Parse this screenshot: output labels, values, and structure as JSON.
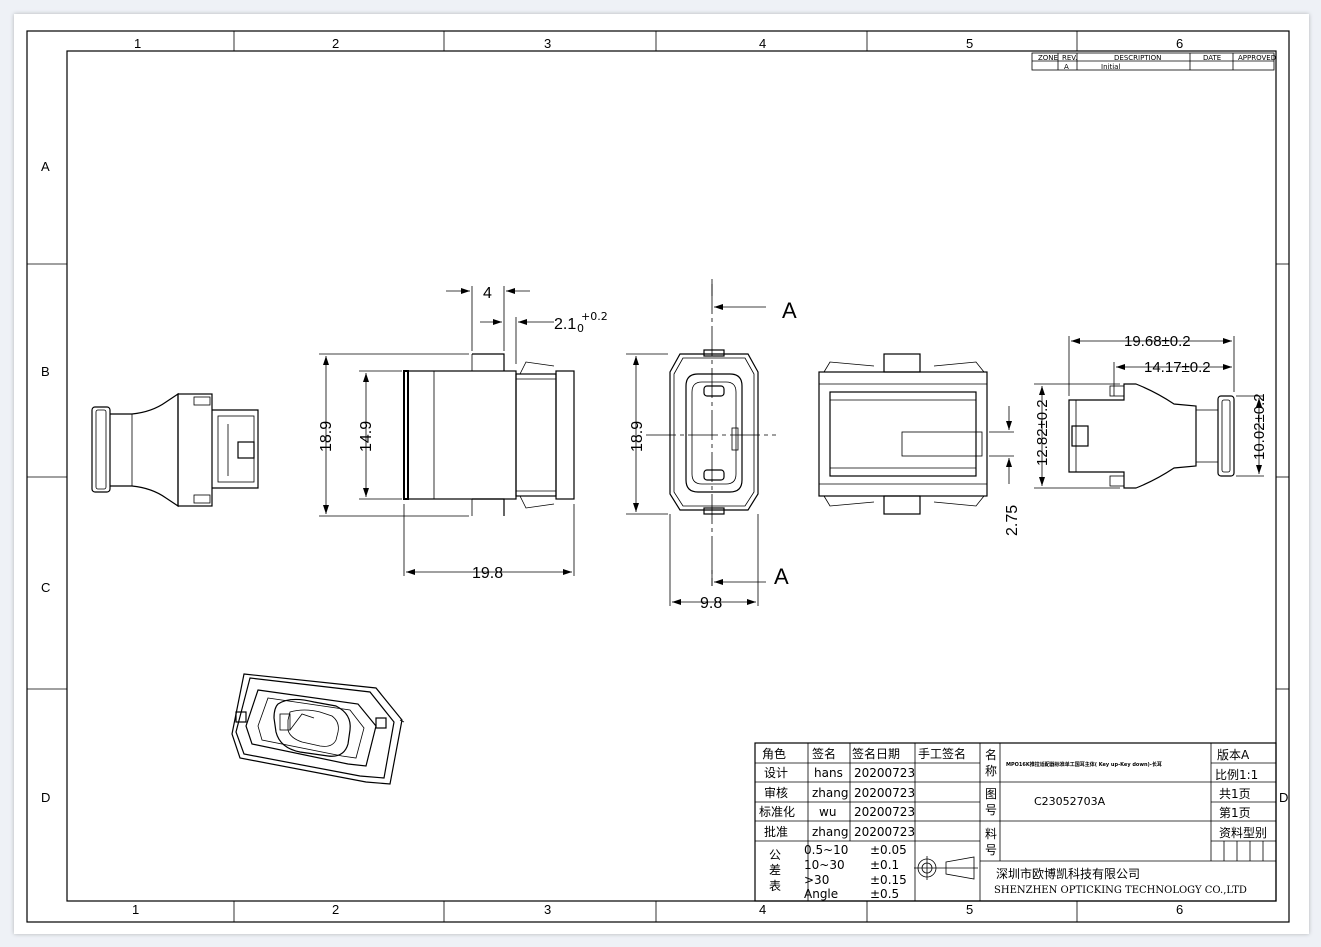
{
  "frame": {
    "columns": [
      "1",
      "2",
      "3",
      "4",
      "5",
      "6"
    ],
    "rows": [
      "A",
      "B",
      "C",
      "D"
    ]
  },
  "revision_block": {
    "headers": [
      "ZONE",
      "REV.",
      "DESCRIPTION",
      "DATE",
      "APPROVED"
    ],
    "row": {
      "zone": "",
      "rev": "A",
      "description": "Initial",
      "date": "",
      "approved": ""
    }
  },
  "dimensions": {
    "d_4": "4",
    "d_2_1": "2.1",
    "d_2_1_tol_upper": "+0.2",
    "d_2_1_tol_lower": "0",
    "d_18_9_side": "18.9",
    "d_14_9": "14.9",
    "d_19_8": "19.8",
    "d_18_9_front": "18.9",
    "d_9_8": "9.8",
    "section_mark_top": "A",
    "section_mark_bottom": "A",
    "d_2_75": "2.75",
    "d_19_68": "19.68±0.2",
    "d_14_17": "14.17±0.2",
    "d_12_82": "12.82±0.2",
    "d_10_02": "10.02±0.2"
  },
  "title_block": {
    "headers": [
      "角色",
      "签名",
      "签名日期",
      "手工签名"
    ],
    "rows": [
      {
        "role": "设计",
        "name": "hans",
        "date": "20200723"
      },
      {
        "role": "审核",
        "name": "zhang",
        "date": "20200723"
      },
      {
        "role": "标准化",
        "name": "wu",
        "date": "20200723"
      },
      {
        "role": "批准",
        "name": "zhang",
        "date": "20200723"
      }
    ],
    "tolerance_label": [
      "公",
      "差",
      "表"
    ],
    "tolerances": [
      {
        "range": "0.5~10",
        "tol": "±0.05"
      },
      {
        "range": "10~30",
        "tol": "±0.1"
      },
      {
        "range": ">30",
        "tol": "±0.15"
      },
      {
        "range": "Angle",
        "tol": "±0.5"
      }
    ],
    "name_label": [
      "名",
      "称"
    ],
    "drawing_name": "MPO16K推拉适配器标准单工国耳主体( Key up-Key down)-长耳",
    "drawing_no_label": [
      "图",
      "号"
    ],
    "drawing_no": "C23052703A",
    "material_label": [
      "料",
      "号"
    ],
    "company_cn": "深圳市欧博凯科技有限公司",
    "company_en": "SHENZHEN OPTICKING TECHNOLOGY CO.,LTD",
    "version": "版本A",
    "scale": "比例1:1",
    "total_pages": "共1页",
    "page": "第1页",
    "material_type": "资料型别",
    "zone_letter_right": "D"
  }
}
